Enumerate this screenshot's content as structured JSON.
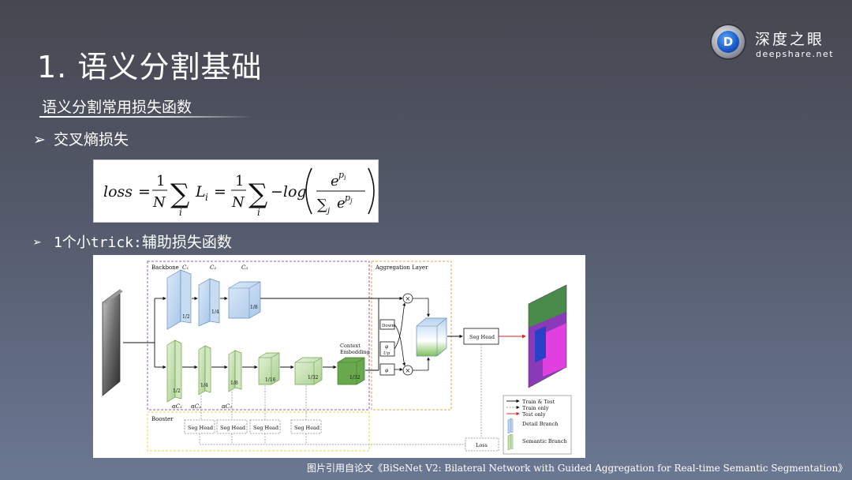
{
  "logo": {
    "name": "深度之眼",
    "url": "deepshare.net",
    "mark": "D"
  },
  "title": "1. 语义分割基础",
  "subtitle": "语义分割常用损失函数",
  "bullets": [
    {
      "arrow": "➢",
      "text": "交叉熵损失"
    },
    {
      "arrow": "➢",
      "text_mono": "1个小trick:",
      "text_cjk": "辅助损失函数"
    }
  ],
  "formula": {
    "loss": "loss",
    "one": "1",
    "N": "N",
    "i": "i",
    "L": "L",
    "neg_log": "−log",
    "e": "e",
    "p": "p",
    "sum_j": "∑",
    "j": "j"
  },
  "figure": {
    "backbone": "Backbone",
    "aggregation": "Aggregation Layer",
    "booster": "Booster",
    "c1": "C₁",
    "c2": "C₂",
    "c3": "C₃",
    "ac1": "αC₁",
    "ac2": "αC₂",
    "ac3": "αC₃",
    "half": "1/2",
    "quarter": "1/4",
    "eighth": "1/8",
    "sixteenth": "1/16",
    "thirtysecond": "1/32",
    "context_embedding_1": "Context",
    "context_embedding_2": "Embedding",
    "down": "Down",
    "phi": "φ",
    "up": "Up",
    "times": "×",
    "seg_head": "Seg Head",
    "loss": "Loss",
    "legend": [
      "Train & Test",
      "Train only",
      "Test only",
      "Detail Branch",
      "Semantic Branch"
    ]
  },
  "caption": "图片引用自论文《BiSeNet V2: Bilateral Network with Guided Aggregation for Real-time Semantic Segmentation》",
  "colors": {
    "detail_branch": "#b7d3ef",
    "semantic_branch": "#c6e0b4",
    "backbone_box": "#8e5cc8",
    "aggregation_box": "#f0a040",
    "booster_box": "#f0d040",
    "test_only": "#e02020"
  }
}
